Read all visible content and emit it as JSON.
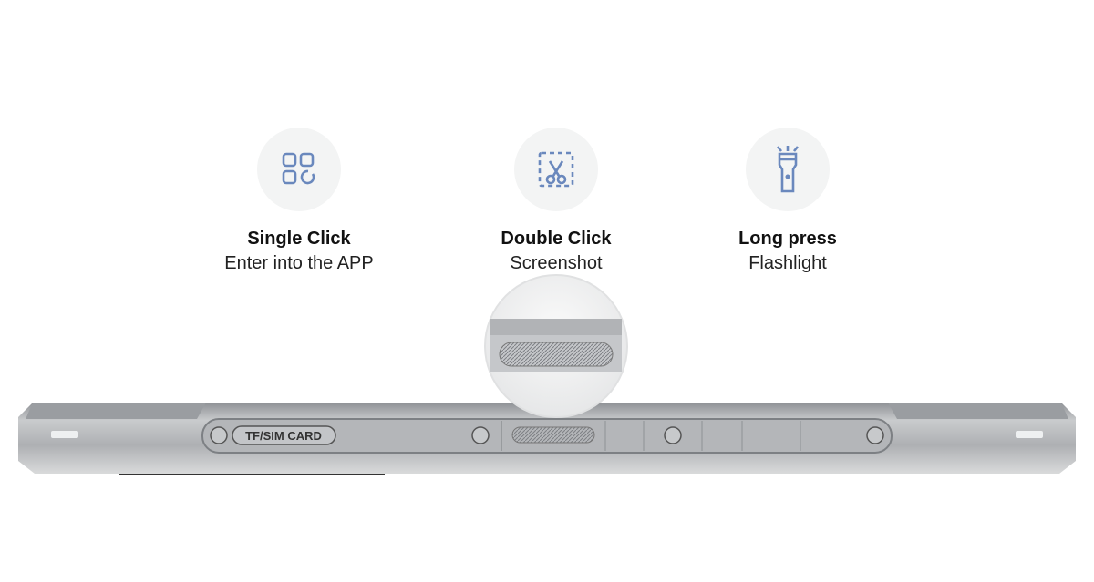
{
  "features": [
    {
      "icon": "apps-grid-icon",
      "title": "Single Click",
      "subtitle": "Enter into the APP"
    },
    {
      "icon": "scissors-screenshot-icon",
      "title": "Double Click",
      "subtitle": "Screenshot"
    },
    {
      "icon": "flashlight-icon",
      "title": "Long press",
      "subtitle": "Flashlight"
    }
  ],
  "phone": {
    "slot_label": "TF/SIM CARD"
  },
  "colors": {
    "icon": "#6a88bd",
    "circle": "#f3f4f4",
    "metal": "#a7a9ac"
  }
}
